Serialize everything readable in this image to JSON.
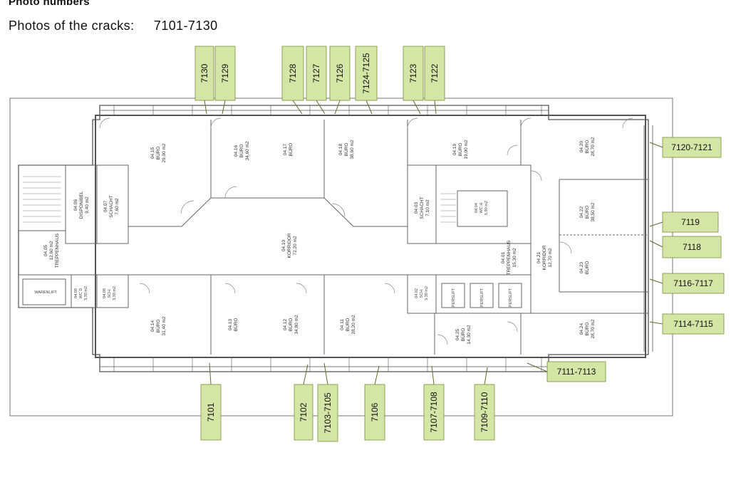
{
  "header": {
    "title": "Photo numbers",
    "subtitle_label": "Photos of the cracks:",
    "subtitle_range": "7101-7130"
  },
  "colors": {
    "label_fill": "#d4e6a6",
    "label_stroke": "#7a8f3c",
    "wall": "#555555",
    "arrow": "#5c6d2a"
  },
  "labels_top": [
    "7130",
    "7129",
    "7128",
    "7127",
    "7126",
    "7124-7125",
    "7123",
    "7122"
  ],
  "labels_right": [
    "7120-7121",
    "7119",
    "7118",
    "7116-7117",
    "7114-7115",
    "7111-7113"
  ],
  "labels_bottom": [
    "7101",
    "7102",
    "7103-7105",
    "7106",
    "7107-7108",
    "7109-7110"
  ],
  "rooms": {
    "r0415": [
      "04.15",
      "BÜRO",
      "29,00 m2"
    ],
    "r0416": [
      "04.16",
      "BÜRO",
      "34,60 m2"
    ],
    "r0417": [
      "04.17",
      "BÜRO"
    ],
    "r0418": [
      "04.18",
      "BÜRO",
      "38,60 m2"
    ],
    "r0419": [
      "04.19",
      "BÜRO",
      "19,00 m2"
    ],
    "r0420": [
      "04.20",
      "BÜRO",
      "28,70 m2"
    ],
    "r0406": [
      "04.06",
      "DISPONIBEL",
      "9,40 m2"
    ],
    "r0407": [
      "04.07",
      "SCHACHT",
      "7,60 m2"
    ],
    "r0405": [
      "04.05",
      "12,60 m2",
      "TREPPENHAUS"
    ],
    "r0410": [
      "04.10",
      "KORRIDOR",
      "72,20 m2"
    ],
    "r0403": [
      "04.03",
      "SCHACHT",
      "7,10 m2"
    ],
    "r0404": [
      "04.04",
      "WC H",
      "5,90 m2"
    ],
    "r0401": [
      "04.01",
      "TREPPENHAUS",
      "15,30 m2"
    ],
    "r0421": [
      "04.21",
      "KORRIDOR",
      "12,70 m2"
    ],
    "r0422": [
      "04.22",
      "BÜRO",
      "38,50 m2"
    ],
    "r0423": [
      "04.23",
      "BÜRO"
    ],
    "r0409": [
      "04.09",
      "WC D",
      "3,30 m2"
    ],
    "r0408": [
      "04.08",
      "SCH.",
      "3,30 m2"
    ],
    "r0414": [
      "04.14",
      "BÜRO",
      "31,40 m2"
    ],
    "r0413": [
      "04.13",
      "BÜRO"
    ],
    "r0412": [
      "04.12",
      "BÜRO",
      "34,80 m2"
    ],
    "r0411": [
      "04.11",
      "BÜRO",
      "28,20 m2"
    ],
    "r0402": [
      "04.02",
      "SCH.",
      "3,30 m2"
    ],
    "r0425": [
      "04.25",
      "BÜRO",
      "14,30 m2"
    ],
    "r0424": [
      "04.24",
      "BÜRO",
      "28,70 m2"
    ]
  },
  "equipment": {
    "lift_left": "WARENLIFT",
    "lift_right": "PERSLIFT"
  }
}
